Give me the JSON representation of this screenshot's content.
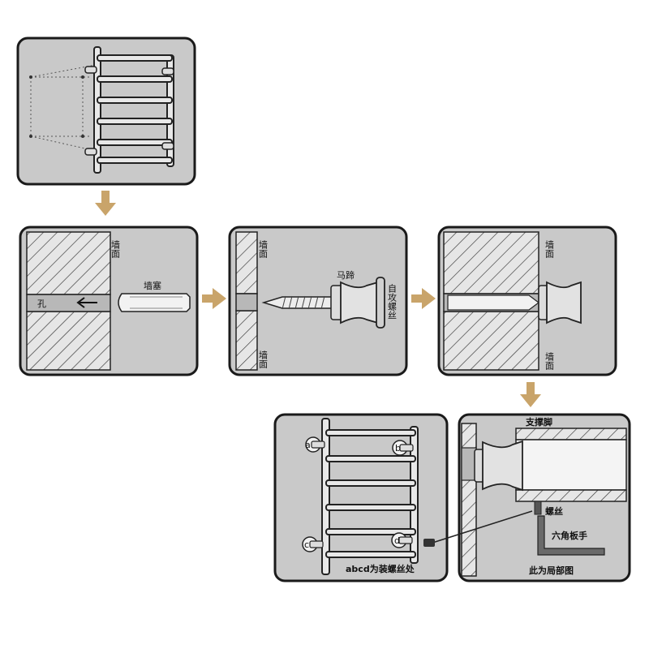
{
  "panel1": {
    "title": ""
  },
  "panel2": {
    "wall_top": "墙面",
    "hole": "孔",
    "anchor": "墙塞"
  },
  "panel3": {
    "wall_top": "墙面",
    "wall_bottom": "墙面",
    "mount": "马蹄",
    "screw": "自攻螺丝"
  },
  "panel4": {
    "wall_top": "墙面",
    "wall_bottom": "墙面"
  },
  "panel5": {
    "a": "a",
    "b": "b",
    "c": "c",
    "d": "d",
    "note": "abcd为装螺丝处"
  },
  "panel6": {
    "support": "支撑脚",
    "screw": "螺丝",
    "wrench": "六角板手",
    "note": "此为局部图"
  },
  "colors": {
    "arrow": "#c9a46a",
    "panel": "#c9c9c9",
    "border": "#1a1a1a"
  }
}
